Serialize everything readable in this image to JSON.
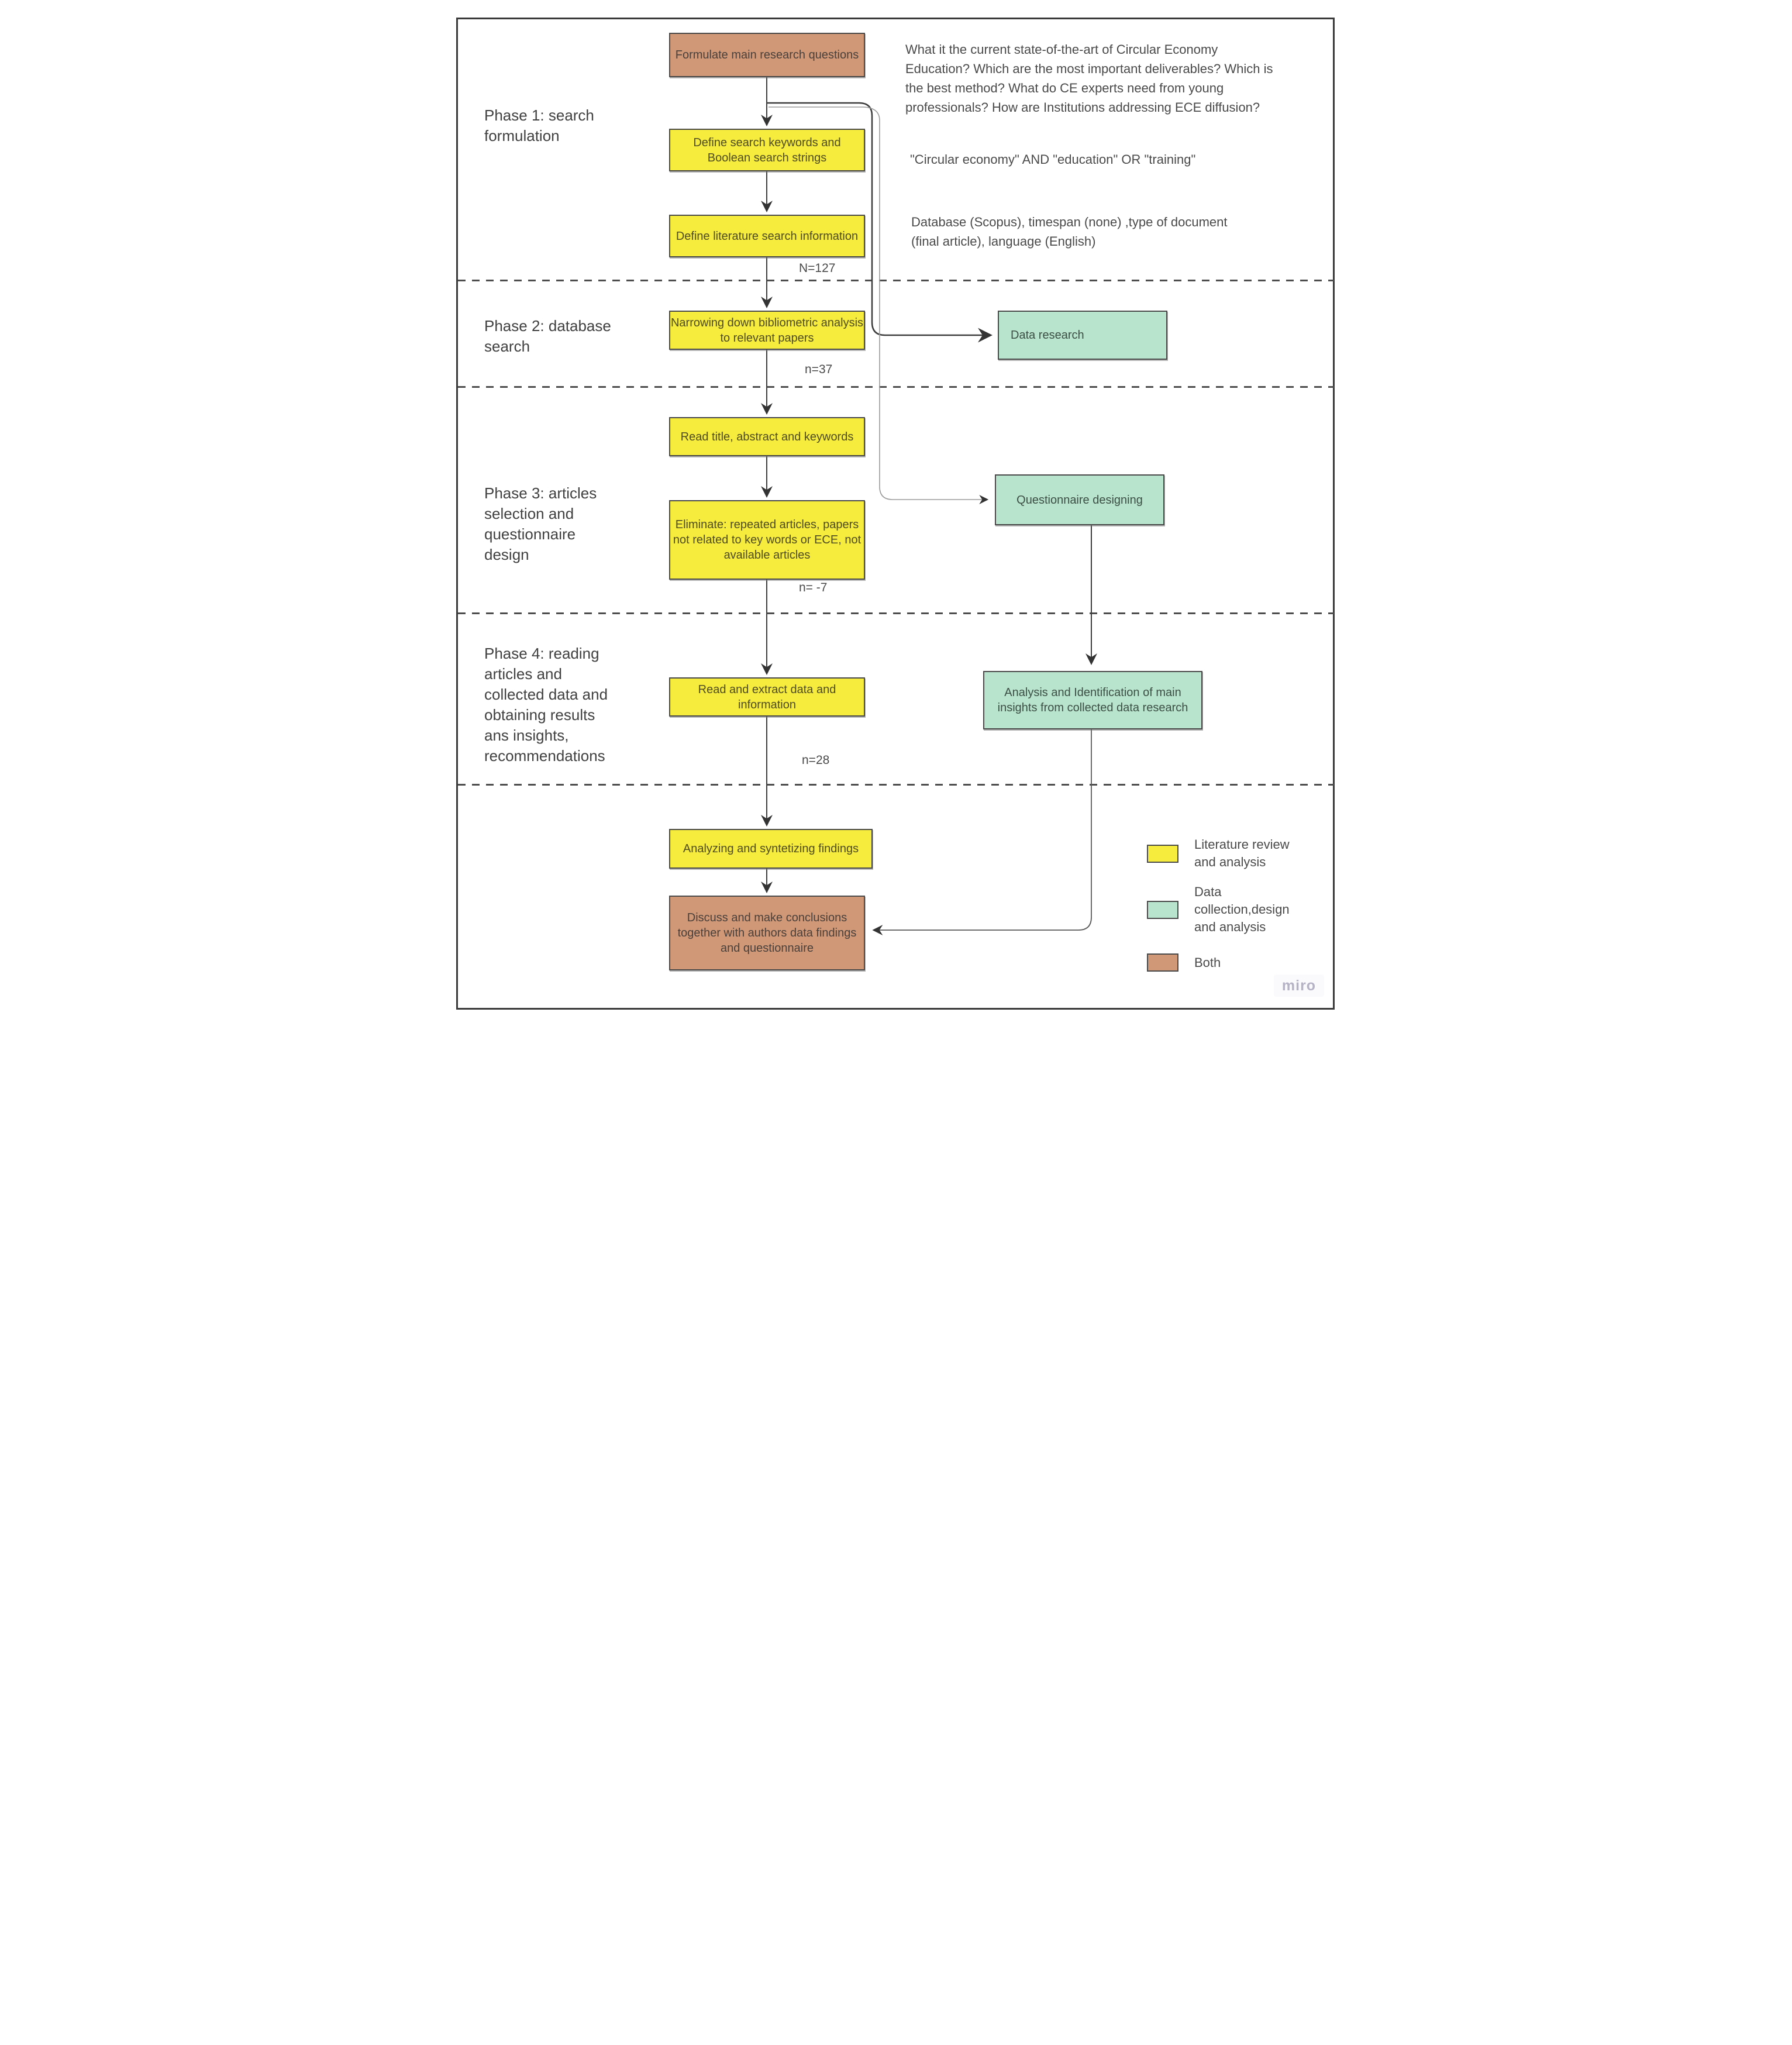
{
  "phases": [
    {
      "label": "Phase 1: search\nformulation"
    },
    {
      "label": "Phase 2: database\nsearch"
    },
    {
      "label": "Phase 3: articles\nselection and\nquestionnaire\ndesign"
    },
    {
      "label": "Phase 4: reading\narticles and\ncollected data and\nobtaining results\nans insights,\nrecommendations"
    }
  ],
  "boxes": {
    "formulate": "Formulate main research\nquestions",
    "keywords": "Define search keywords and\nBoolean search strings",
    "literature": "Define literature search\ninformation",
    "narrowing": "Narrowing down bibliometric\nanalysis to relevant papers",
    "read_title": "Read title, abstract and\nkeywords",
    "eliminate": "Eliminate: repeated articles,\npapers not related to key\nwords or ECE, not available\narticles",
    "read_extract": "Read and extract data and\ninformation",
    "analyzing": "Analyzing and syntetizing findings",
    "discuss": "Discuss and make conclusions\ntogether with authors data\nfindings and questionnaire",
    "data_research": "Data research",
    "questionnaire": "Questionnaire designing",
    "analysis": "Analysis and Identification of main\ninsights from collected data\nresearch"
  },
  "annotations": {
    "research_questions": "What it the current state-of-the-art of Circular Economy\nEducation? Which are the most important deliverables? Which is\nthe best method? What do CE experts need from young\nprofessionals? How are Institutions addressing ECE diffusion?",
    "boolean_string": "\"Circular economy\" AND \"education\" OR \"training\"",
    "database_info": "Database (Scopus), timespan (none) ,type of document\n(final article), language (English)"
  },
  "counts": {
    "after_literature": "N=127",
    "after_narrowing": "n=37",
    "after_eliminate": "n= -7",
    "after_read_extract": "n=28"
  },
  "legend": [
    {
      "label": "Literature review\nand analysis",
      "color": "#f5ec3d"
    },
    {
      "label": "Data\ncollection,design\nand analysis",
      "color": "#b8e3cc"
    },
    {
      "label": "Both",
      "color": "#d09877"
    }
  ],
  "colors": {
    "literature_review": "#f5ec3d",
    "data_collection": "#b8e3cc",
    "both": "#d09877",
    "box_border": "#4a4a4a",
    "connector": "#3d3d3d",
    "connector_light": "#9b9b9b",
    "watermark": "#b6b2c6"
  },
  "watermark": "miro"
}
